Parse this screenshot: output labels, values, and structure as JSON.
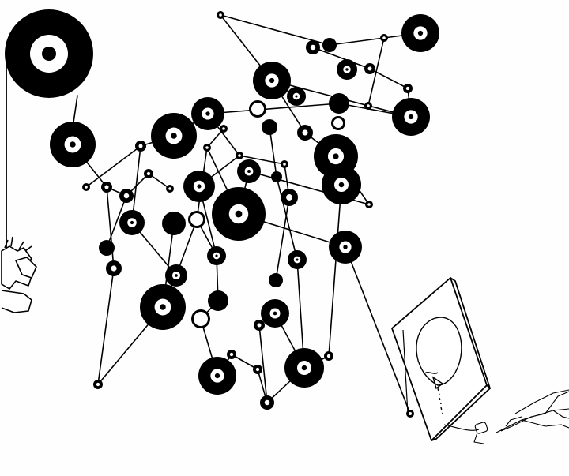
{
  "scene": {
    "background_color": "#fefefe",
    "ink_color": "#000000",
    "pulley_count": 60,
    "items": [
      "large-spool",
      "pulley-network",
      "crumpled-hand",
      "tilted-canvas",
      "balloon-drawing",
      "reaching-hand"
    ]
  }
}
